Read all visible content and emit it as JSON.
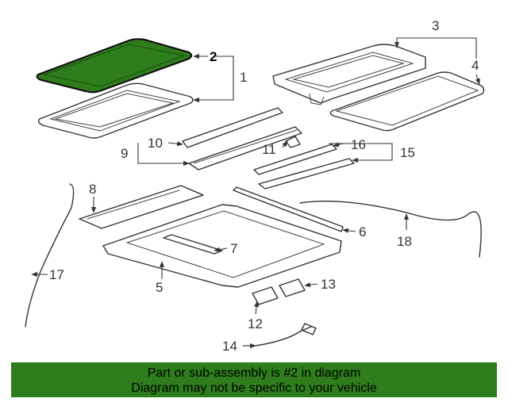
{
  "callouts": {
    "c1": "1",
    "c2": "2",
    "c3": "3",
    "c4": "4",
    "c5": "5",
    "c6": "6",
    "c7": "7",
    "c8": "8",
    "c9": "9",
    "c10": "10",
    "c11": "11",
    "c12": "12",
    "c13": "13",
    "c14": "14",
    "c15": "15",
    "c16": "16",
    "c17": "17",
    "c18": "18"
  },
  "highlight_color": "#2e7d1c",
  "banner": {
    "line1": "Part or sub-assembly is #2 in diagram",
    "line2": "Diagram may not be specific to your vehicle"
  }
}
